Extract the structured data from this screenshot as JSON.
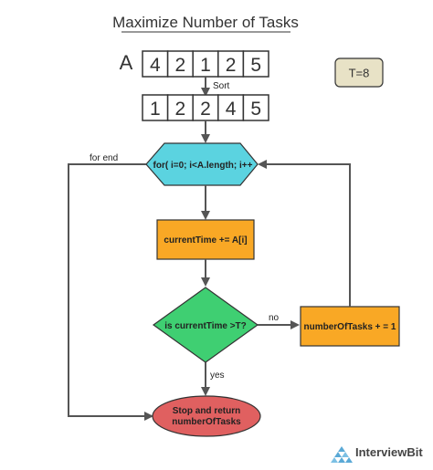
{
  "title": "Maximize Number of Tasks",
  "array_label": "A",
  "array_original": [
    "4",
    "2",
    "1",
    "2",
    "5"
  ],
  "sort_label": "Sort",
  "array_sorted": [
    "1",
    "2",
    "2",
    "4",
    "5"
  ],
  "t_label": "T=8",
  "loop_node": "for( i=0; i<A.length; i++",
  "for_end_label": "for end",
  "update_node": "currentTime += A[i]",
  "decision_node": "is currentTime >T?",
  "no_label": "no",
  "yes_label": "yes",
  "count_node": "numberOfTasks + = 1",
  "end_node_line1": "Stop and return",
  "end_node_line2": "numberOfTasks",
  "brand": "InterviewBit",
  "colors": {
    "hexagon": "#5bd3e0",
    "process": "#f9a825",
    "decision": "#3fcf72",
    "terminal": "#e06060",
    "t_box": "#e8e2c6",
    "brand_icon": "#5aa9d6"
  }
}
